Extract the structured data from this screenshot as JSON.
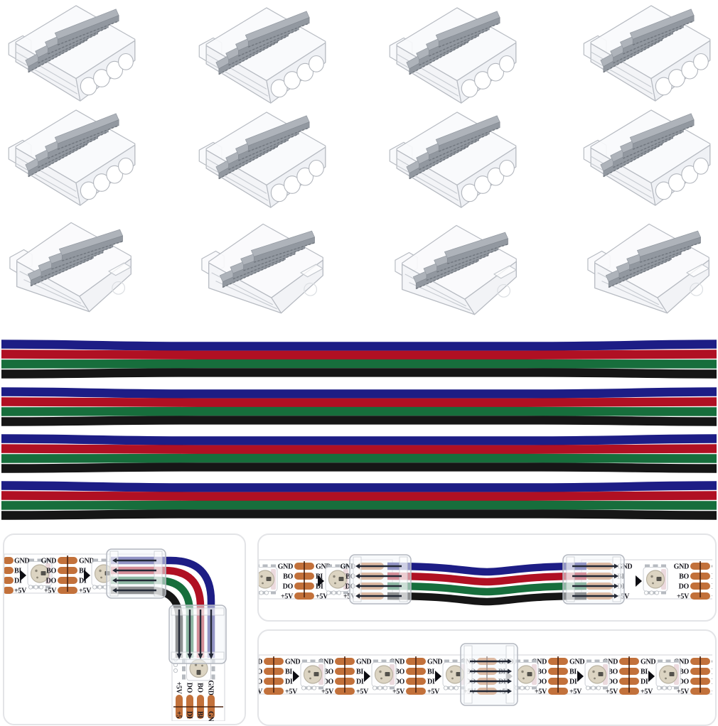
{
  "page": {
    "background": "#ffffff"
  },
  "connector_grid": {
    "item": "transparent-4pin-led-strip-clip",
    "count": 12,
    "rows": 3,
    "columns": 4,
    "body_tint": "#f8f9fb",
    "outline_color": "#b7bbc2",
    "blade_color": "#aeb3ba"
  },
  "ribbon_cables": {
    "count": 4,
    "wires": [
      {
        "name": "blue",
        "color": "#1d1d85"
      },
      {
        "name": "red",
        "color": "#b01023"
      },
      {
        "name": "green",
        "color": "#176e3c"
      },
      {
        "name": "black",
        "color": "#161616"
      }
    ]
  },
  "led_strip": {
    "base_color": "#ffffff",
    "edge_color": "#d9dade",
    "pad_color": "#c2713b",
    "cut_line_color": "#4b2310",
    "label_color": "#17171f",
    "pin_color": "#232936",
    "input_labels": [
      "GND",
      "BI",
      "DI",
      "+5V"
    ],
    "output_labels": [
      "GND",
      "BO",
      "DO",
      "+5V"
    ],
    "corner_vertical_labels": [
      "+5V",
      "DO",
      "BO",
      "GND"
    ],
    "corner_cut_labels": [
      "+5",
      "DI",
      "BI",
      "GN"
    ]
  }
}
